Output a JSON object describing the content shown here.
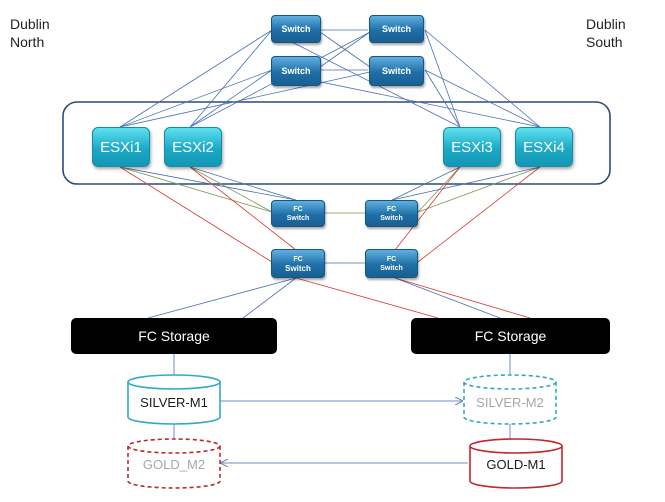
{
  "sites": {
    "north": [
      "Dublin",
      "North"
    ],
    "south": [
      "Dublin",
      "South"
    ]
  },
  "network_switches": [
    "Switch",
    "Switch",
    "Switch",
    "Switch"
  ],
  "hosts": [
    "ESXi1",
    "ESXi2",
    "ESXi3",
    "ESXi4"
  ],
  "fc_switches": [
    {
      "line1": "FC",
      "line2": "Switch"
    },
    {
      "line1": "FC",
      "line2": "Switch"
    },
    {
      "line1": "FC",
      "line2": "Switch"
    },
    {
      "line1": "FC",
      "line2": "Switch"
    }
  ],
  "storage": [
    "FC Storage",
    "FC Storage"
  ],
  "volumes": {
    "silver_m1": "SILVER-M1",
    "silver_m2": "SILVER-M2",
    "gold_m2": "GOLD_M2",
    "gold_m1": "GOLD-M1"
  },
  "colors": {
    "ethernet_link": "#4a6fb5",
    "fc_fabric_a_link": "#7c9a4e",
    "fc_fabric_b_link": "#d93a34",
    "cluster_border": "#2b4d7a",
    "silver": "#2eaac7",
    "gold": "#c0282b",
    "replication_arrow": "#6e8fc9"
  }
}
